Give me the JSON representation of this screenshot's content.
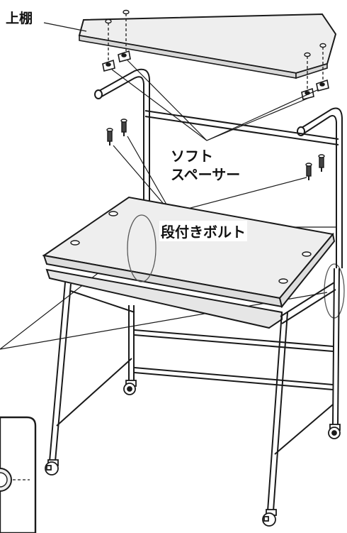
{
  "labels": {
    "top_shelf": "上棚",
    "soft_spacer_line1": "ソフト",
    "soft_spacer_line2": "スペーサー",
    "stepped_bolt": "段付きボルト"
  },
  "colors": {
    "line": "#1a1a1a",
    "shelf_fill": "#ededed",
    "background": "#ffffff"
  }
}
